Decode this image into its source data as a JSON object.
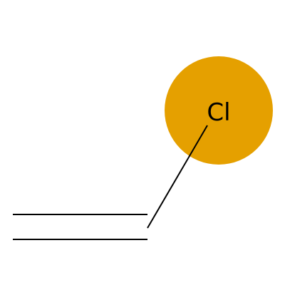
{
  "molecule": {
    "atoms": [
      {
        "symbol": "Cl",
        "highlight_color": "#E5A000"
      }
    ],
    "bonds": [
      {
        "type": "single",
        "from": "C",
        "to": "Cl"
      },
      {
        "type": "double",
        "from": "C",
        "to": "C"
      }
    ],
    "bond_color": "#000000"
  }
}
